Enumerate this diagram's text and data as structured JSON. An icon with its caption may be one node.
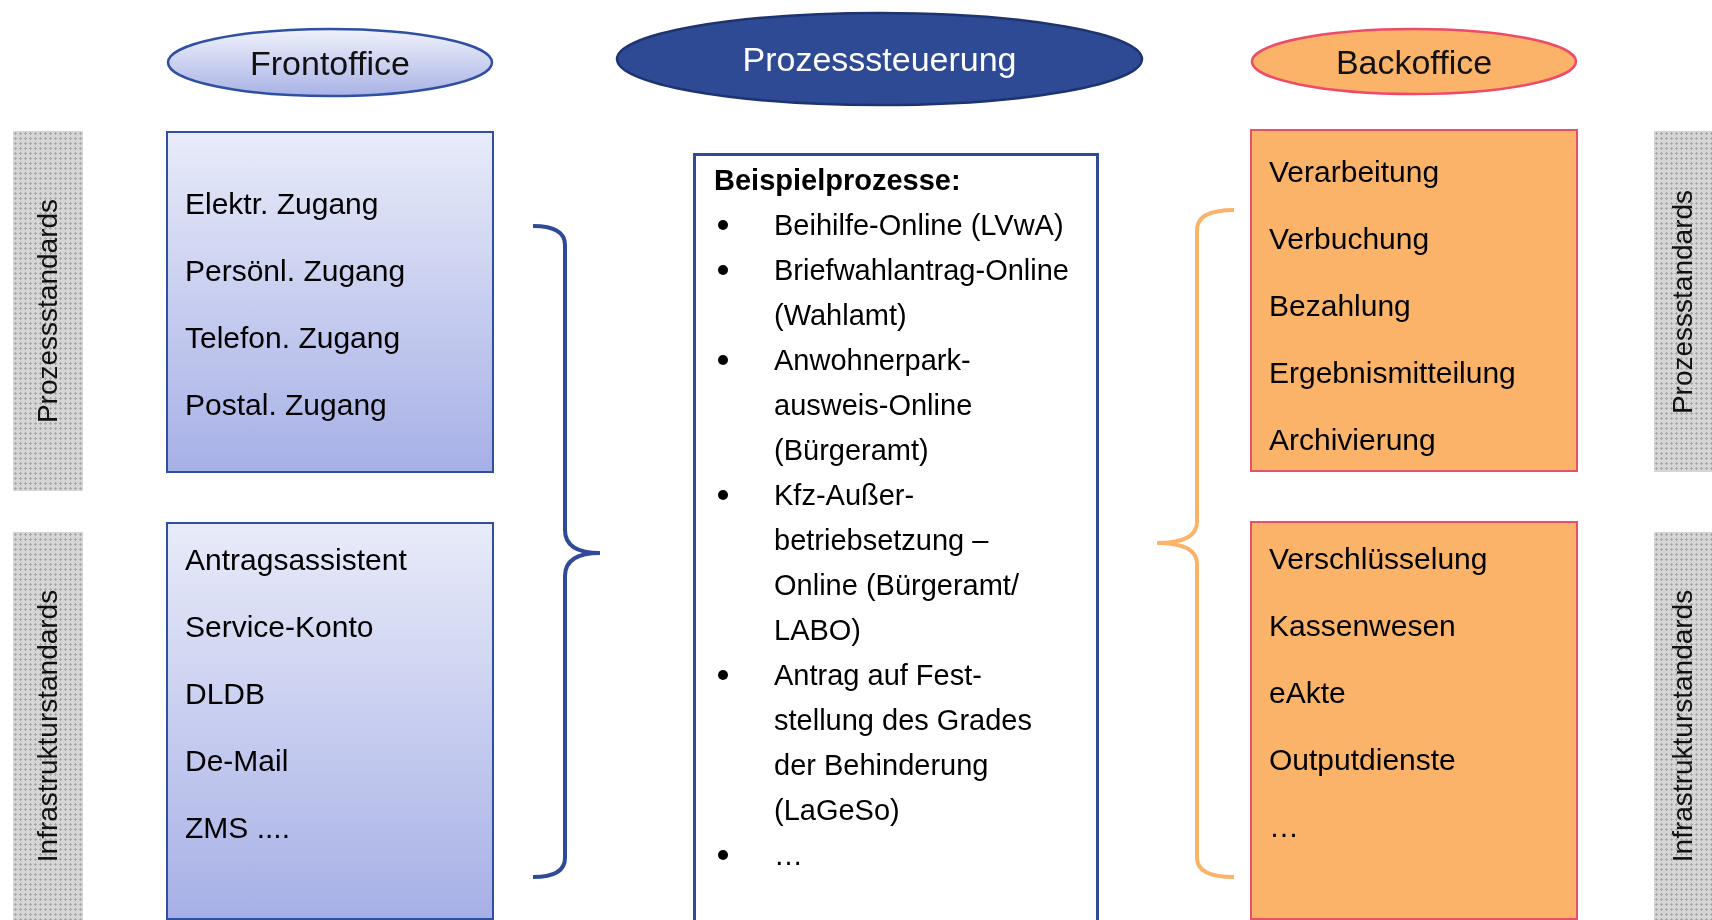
{
  "diagram": {
    "nodes": [
      {
        "text": [
          "Frontoffice"
        ]
      },
      {
        "text": [
          "Prozesssteuerung"
        ]
      },
      {
        "text": [
          "Backoffice"
        ]
      },
      {
        "text": [
          "Prozessstandards"
        ]
      },
      {
        "text": [
          "Elektr. Zugang",
          "Persönl. Zugang",
          "Telefon. Zugang",
          "Postal. Zugang"
        ]
      },
      {
        "text": [
          "Beispielprozesse:",
          "Beihilfe-Online (LVwA)",
          "Briefwahlantrag-Online (Wahlamt)",
          "Anwohnerpark- ausweis-Online (Bürgeramt)",
          "Kfz-Außer- betriebsetzung – Online (Bürgeramt/ LABO)",
          "Antrag auf Fest- stellung des Grades der Behinderung (LaGeSo)",
          "…"
        ]
      },
      {
        "text": [
          "Verarbeitung",
          "Verbuchung",
          "Bezahlung",
          "Ergebnismitteilung",
          "Archivierung"
        ]
      },
      {
        "text": [
          "Prozessstandards"
        ]
      },
      {
        "text": [
          "Infrastrukturstandards"
        ]
      },
      {
        "text": [
          "Antragsassistent",
          "Service-Konto",
          "DLDB",
          "De-Mail",
          "ZMS ...."
        ]
      },
      {
        "text": [
          "Verschlüsselung",
          "Kassenwesen",
          "eAkte",
          "Outputdienste",
          "…"
        ]
      },
      {
        "text": [
          "Infrastrukturstandards"
        ]
      }
    ],
    "edges": []
  }
}
